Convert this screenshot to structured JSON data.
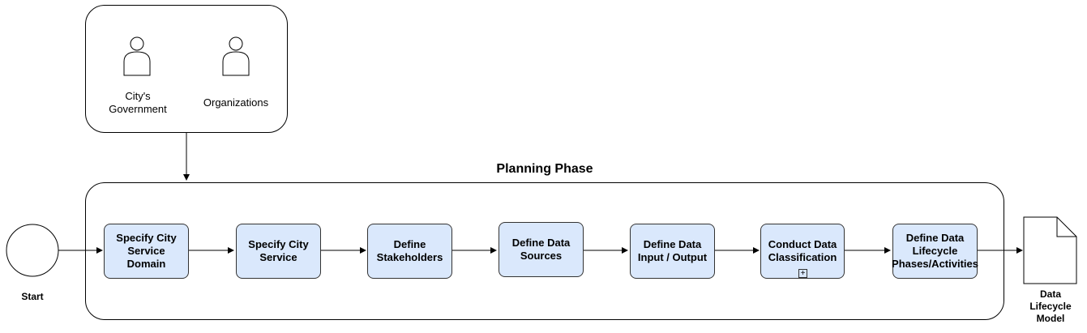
{
  "actors": [
    {
      "label": "City's\nGovernment"
    },
    {
      "label": "Organizations"
    }
  ],
  "phase": {
    "title": "Planning Phase"
  },
  "start": {
    "label": "Start"
  },
  "tasks": [
    {
      "label": "Specify City\nService Domain"
    },
    {
      "label": "Specify City\nService"
    },
    {
      "label": "Define\nStakeholders"
    },
    {
      "label": "Define Data\nSources"
    },
    {
      "label": "Define Data\nInput / Output"
    },
    {
      "label": "Conduct Data\nClassification",
      "expand_marker": "+"
    },
    {
      "label": "Define Data\nLifecycle\nPhases/Activities"
    }
  ],
  "output": {
    "label": "Data\nLifecycle\nModel"
  },
  "colors": {
    "task_fill": "#dae8fc",
    "stroke": "#000000"
  }
}
